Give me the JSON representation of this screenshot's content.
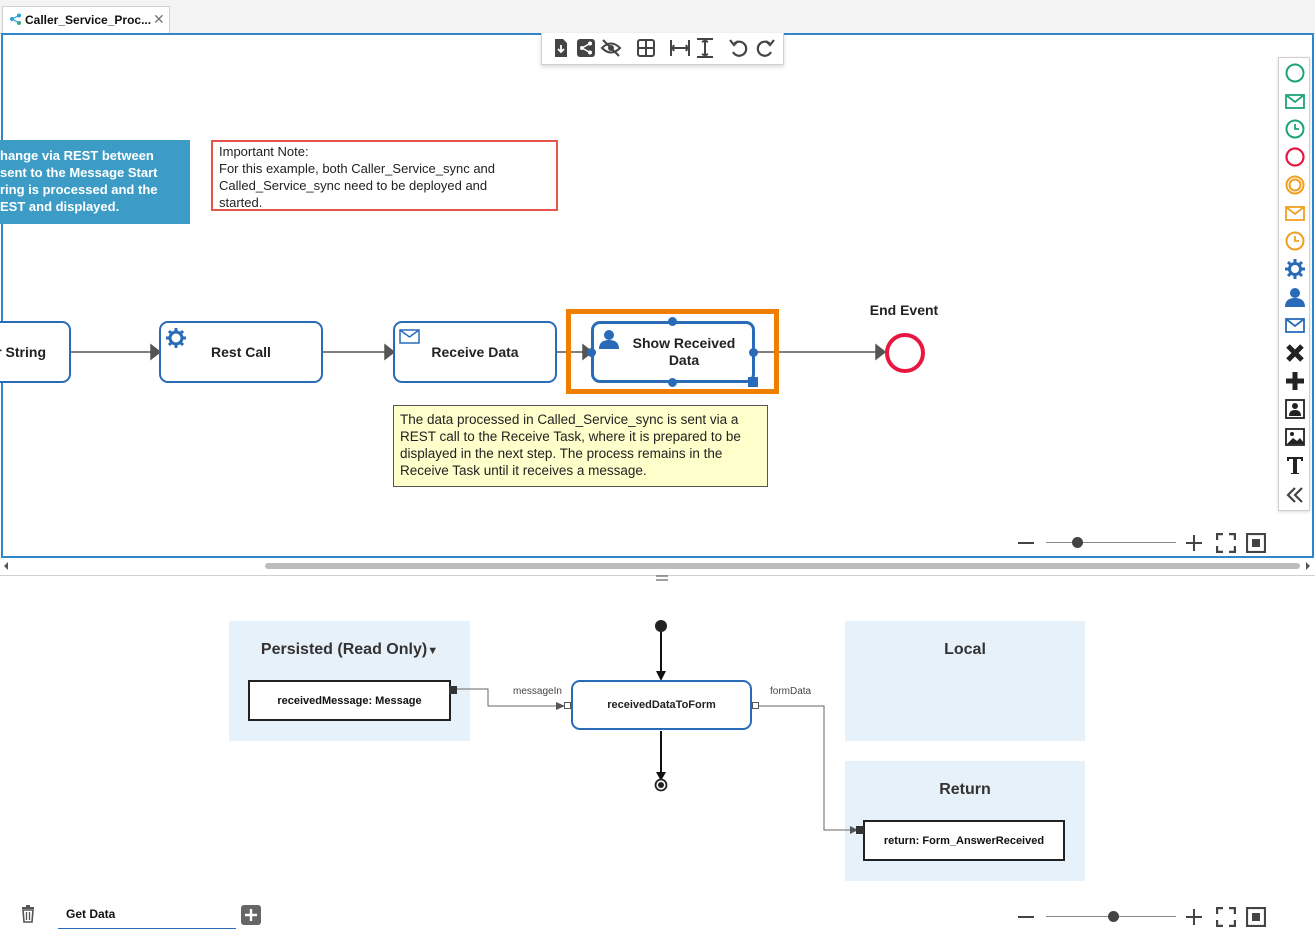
{
  "tab": {
    "title": "Caller_Service_Proc...",
    "close": "✕"
  },
  "notes": {
    "blue_lines": [
      "hange via REST between",
      "sent to the Message Start",
      "ring is processed and the",
      "EST and displayed."
    ],
    "red_title": "Important Note:",
    "red_lines": [
      "For this example, both Caller_Service_sync and",
      "Called_Service_sync need to be deployed and",
      "started."
    ],
    "yellow": "The data processed in Called_Service_sync is sent via a REST call to the Receive Task, where it is prepared to be displayed in the next step. The process remains in the Receive Task until it receives a message."
  },
  "tasks": {
    "string": "r String",
    "rest_call": "Rest Call",
    "receive_data": "Receive Data",
    "show_received_data": "Show Received Data"
  },
  "end_event": {
    "label": "End Event"
  },
  "colors": {
    "accent": "#2a6bb8",
    "selection": "#f07f00",
    "end_event": "#e8173f",
    "note_blue": "#3d9cc6",
    "note_yellow": "#ffffcc"
  },
  "toolbar_icons": [
    "import-icon",
    "share-icon",
    "hide-icon",
    "grid-icon",
    "fit-width-icon",
    "fit-height-icon",
    "undo-icon",
    "redo-icon"
  ],
  "palette_icons": [
    "start-event-icon",
    "message-start-icon",
    "timer-start-icon",
    "end-event-icon",
    "intermediate-event-icon",
    "message-intermediate-icon",
    "timer-intermediate-icon",
    "service-task-icon",
    "user-task-icon",
    "receive-task-icon",
    "exclusive-gateway-icon",
    "parallel-gateway-icon",
    "subprocess-icon",
    "image-icon",
    "text-icon",
    "collapse-palette-icon"
  ],
  "mapping": {
    "persisted_title": "Persisted (Read Only)",
    "local_title": "Local",
    "return_title": "Return",
    "received_message": "receivedMessage: Message",
    "function": "receivedDataToForm",
    "return_field": "return: Form_AnswerReceived",
    "input_label": "messageIn",
    "output_label": "formData"
  },
  "bottom": {
    "tab_label": "Get Data"
  },
  "zoom": {
    "top_level": 0.24,
    "bottom_level": 0.52
  }
}
